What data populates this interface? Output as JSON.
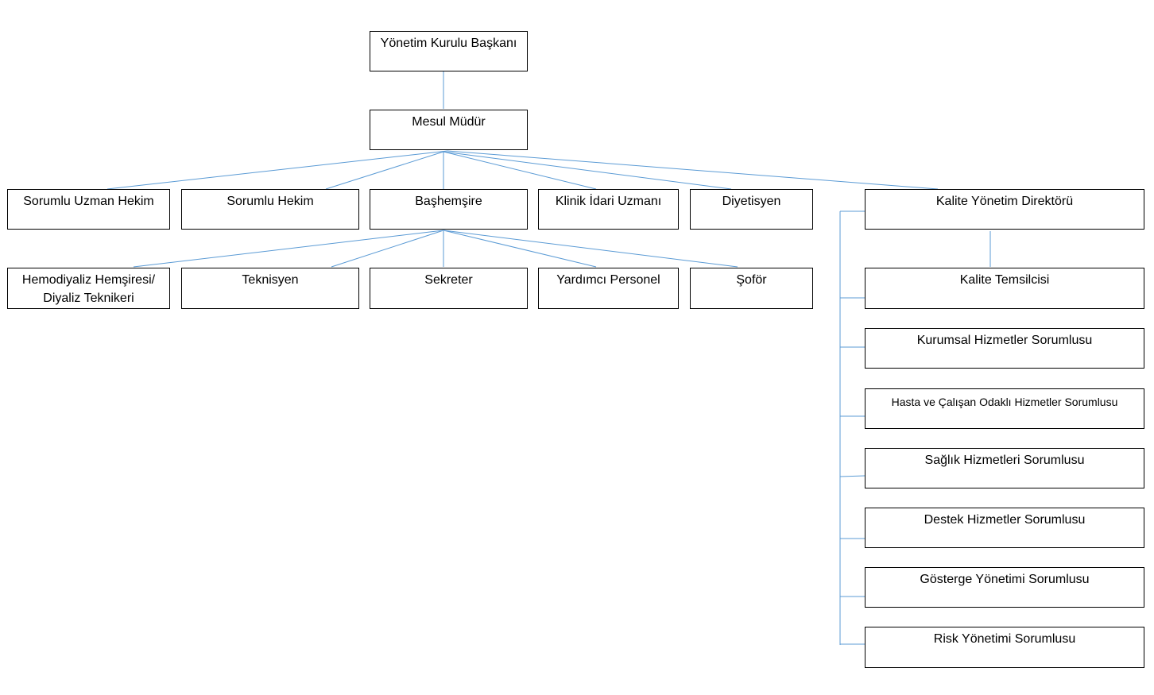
{
  "nodes": {
    "chairman": "Yönetim Kurulu Başkanı",
    "responsible_manager": "Mesul Müdür",
    "responsible_specialist": "Sorumlu Uzman Hekim",
    "responsible_physician": "Sorumlu Hekim",
    "head_nurse": "Başhemşire",
    "clinical_admin": "Klinik İdari Uzmanı",
    "dietitian": "Diyetisyen",
    "quality_director": "Kalite Yönetim Direktörü",
    "dialysis_nurse_line1": "Hemodiyaliz Hemşiresi/",
    "dialysis_nurse_line2": "Diyaliz Teknikeri",
    "technician": "Teknisyen",
    "secretary": "Sekreter",
    "support_staff": "Yardımcı Personel",
    "driver": "Şoför",
    "quality_rep": "Kalite Temsilcisi",
    "corporate_services": "Kurumsal Hizmetler Sorumlusu",
    "patient_employee_services": "Hasta ve Çalışan Odaklı Hizmetler Sorumlusu",
    "health_services": "Sağlık Hizmetleri Sorumlusu",
    "support_services": "Destek Hizmetler Sorumlusu",
    "indicator_management": "Gösterge Yönetimi Sorumlusu",
    "risk_management": "Risk Yönetimi Sorumlusu"
  },
  "colors": {
    "connector": "#5b9bd5",
    "box_border": "#000000"
  }
}
